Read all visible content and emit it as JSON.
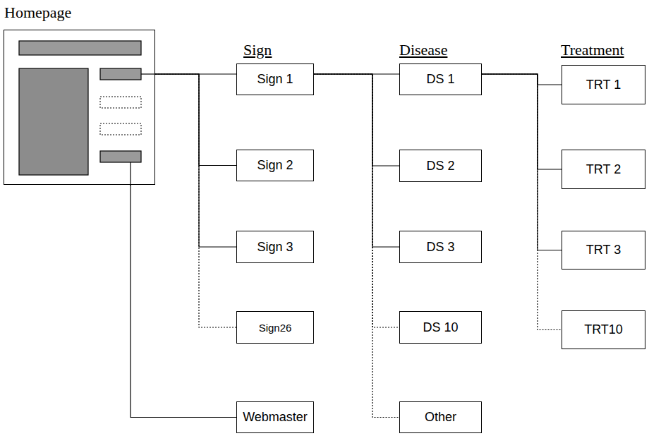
{
  "diagram": {
    "nodes": [
      {
        "text": [
          "Homepage"
        ]
      },
      {
        "text": [
          "Sign 1"
        ]
      },
      {
        "text": [
          "Sign 2"
        ]
      },
      {
        "text": [
          "Sign 3"
        ]
      },
      {
        "text": [
          "Sign26"
        ]
      },
      {
        "text": [
          "Webmaster"
        ]
      },
      {
        "text": [
          "DS 1"
        ]
      },
      {
        "text": [
          "DS 2"
        ]
      },
      {
        "text": [
          "DS 3"
        ]
      },
      {
        "text": [
          "DS 10"
        ]
      },
      {
        "text": [
          "Other"
        ]
      },
      {
        "text": [
          "TRT 1"
        ]
      },
      {
        "text": [
          "TRT 2"
        ]
      },
      {
        "text": [
          "TRT 3"
        ]
      },
      {
        "text": [
          "TRT10"
        ]
      }
    ],
    "edges": [
      {
        "from": 0,
        "to": 1,
        "arrow": "none"
      },
      {
        "from": 0,
        "to": 2,
        "arrow": "none"
      },
      {
        "from": 0,
        "to": 3,
        "arrow": "none"
      },
      {
        "from": 0,
        "to": 4,
        "arrow": "none"
      },
      {
        "from": 0,
        "to": 5,
        "arrow": "none"
      },
      {
        "from": 1,
        "to": 6,
        "arrow": "none"
      },
      {
        "from": 1,
        "to": 7,
        "arrow": "none"
      },
      {
        "from": 1,
        "to": 8,
        "arrow": "none"
      },
      {
        "from": 1,
        "to": 9,
        "arrow": "none"
      },
      {
        "from": 1,
        "to": 10,
        "arrow": "none"
      },
      {
        "from": 6,
        "to": 11,
        "arrow": "none"
      },
      {
        "from": 6,
        "to": 12,
        "arrow": "none"
      },
      {
        "from": 6,
        "to": 13,
        "arrow": "none"
      },
      {
        "from": 6,
        "to": 14,
        "arrow": "none"
      }
    ],
    "labels": [
      "Sign",
      "Disease",
      "Treatment"
    ]
  }
}
